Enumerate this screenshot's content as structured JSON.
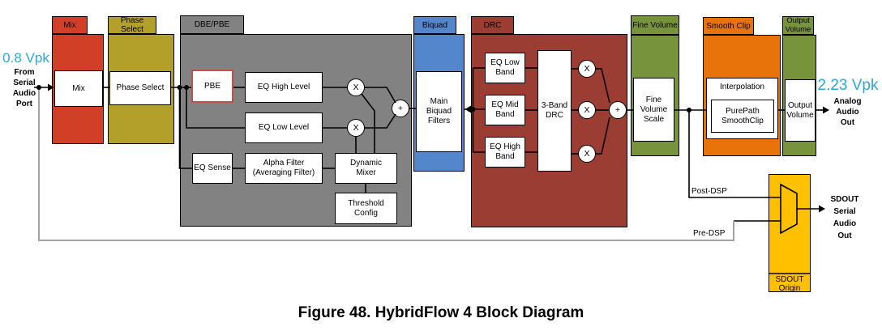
{
  "caption": "Figure 48. HybridFlow 4 Block Diagram",
  "input": {
    "level": "0.8 Vpk",
    "desc": "From\nSerial\nAudio\nPort"
  },
  "output": {
    "level": "2.23 Vpk",
    "desc": "Analog\nAudio\nOut"
  },
  "routes": {
    "post_dsp": "Post-DSP",
    "pre_dsp": "Pre-DSP"
  },
  "sdout_out": "SDOUT\nSerial\nAudio\nOut",
  "ops": {
    "multiply": "X",
    "sum": "+"
  },
  "blocks": {
    "mix": {
      "tab": "Mix",
      "inner": "Mix"
    },
    "phase": {
      "tab": "Phase Select",
      "inner": "Phase Select"
    },
    "dbepbe": {
      "tab": "DBE/PBE",
      "pbe": "PBE",
      "eq_high": "EQ High Level",
      "eq_low": "EQ Low Level",
      "eq_sense": "EQ Sense",
      "alpha": "Alpha Filter\n(Averaging Filter)",
      "dynamic": "Dynamic\nMixer",
      "threshold": "Threshold\nConfig"
    },
    "biquad": {
      "tab": "Biquad",
      "inner": "Main\nBiquad\nFilters"
    },
    "drc": {
      "tab": "DRC",
      "low": "EQ Low\nBand",
      "mid": "EQ Mid\nBand",
      "high": "EQ High\nBand",
      "core": "3-Band\nDRC"
    },
    "fine": {
      "tab": "Fine Volume",
      "inner": "Fine\nVolume\nScale"
    },
    "smooth": {
      "tab": "Smooth Clip",
      "interpolation": "Interpolation",
      "core": "PurePath\nSmoothClip"
    },
    "outvol": {
      "tab": "Output\nVolume",
      "inner": "Output\nVolume"
    },
    "sdout": {
      "label": "SDOUT\nOrigin"
    }
  },
  "colors": {
    "mix": "#d23f27",
    "phase": "#b3a02b",
    "dbepbe": "#828282",
    "biquad": "#5486cb",
    "drc": "#9c3d33",
    "fine": "#77933c",
    "smooth": "#e8730b",
    "outvol": "#77933c",
    "sdout": "#ffc000",
    "pbe_border": "#c0504d",
    "accent_text": "#29a9dc",
    "line_gray": "#a3a3a3"
  }
}
